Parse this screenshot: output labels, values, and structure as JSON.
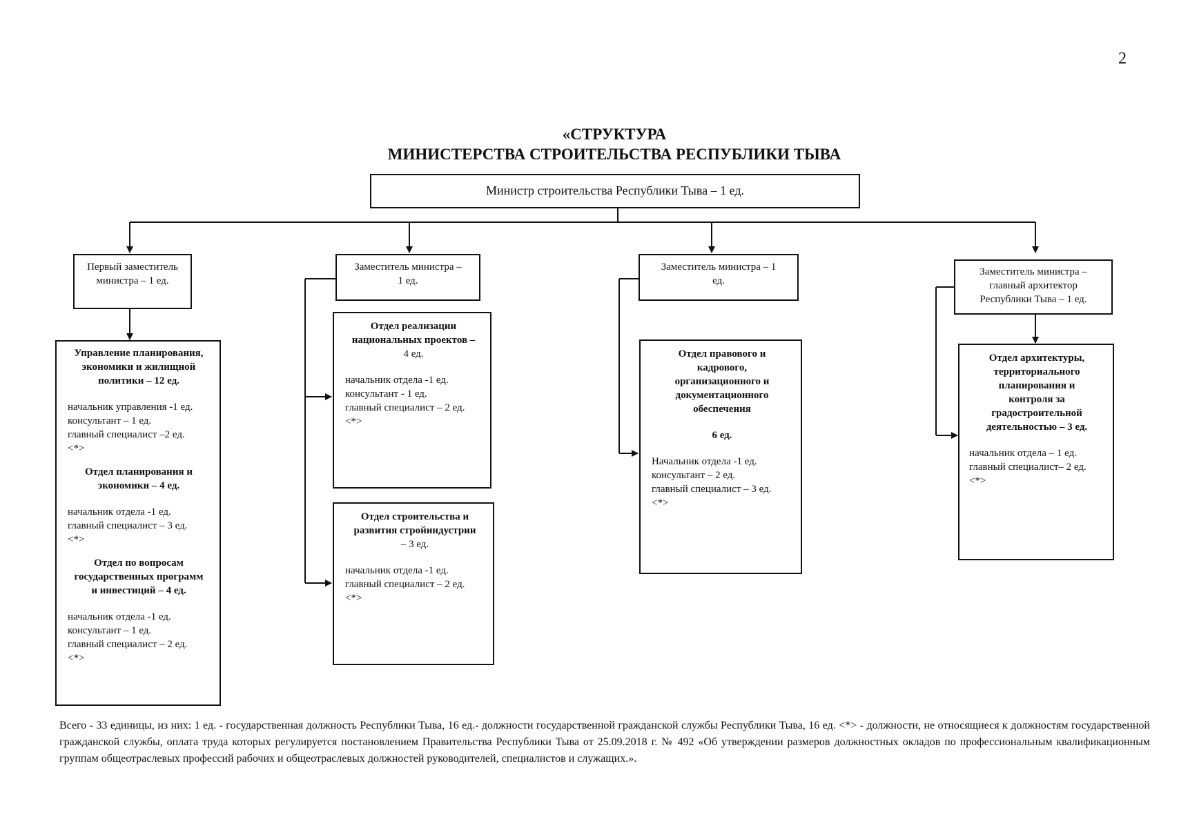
{
  "page_number": "2",
  "title": {
    "line1": "«СТРУКТУРА",
    "line2": "МИНИСТЕРСТВА СТРОИТЕЛЬСТВА РЕСПУБЛИКИ ТЫВА"
  },
  "minister": "Министр строительства Республики Тыва – 1 ед.",
  "deputies": [
    {
      "lines": [
        "Первый заместитель",
        "министра – 1 ед."
      ]
    },
    {
      "lines": [
        "Заместитель министра –",
        "1 ед."
      ]
    },
    {
      "lines": [
        "Заместитель министра – 1",
        "ед."
      ]
    },
    {
      "lines": [
        "Заместитель министра –",
        "главный архитектор",
        "Республики Тыва – 1 ед."
      ]
    }
  ],
  "units": {
    "planning_admin": {
      "title": [
        "Управление планирования,",
        "экономики и жилищной",
        "политики – 12 ед."
      ],
      "staff": [
        "начальник управления -1 ед.",
        "консультант – 1 ед.",
        "главный специалист –2 ед.",
        "<*>"
      ],
      "sub1_title": [
        "Отдел планирования и",
        "экономики – 4 ед."
      ],
      "sub1_staff": [
        "начальник отдела -1 ед.",
        "главный  специалист  –  3  ед.",
        "<*>"
      ],
      "sub2_title": [
        "Отдел по вопросам",
        "государственных программ",
        "и инвестиций – 4 ед."
      ],
      "sub2_staff": [
        "начальник отдела -1 ед.",
        "консультант – 1 ед.",
        "главный  специалист  –  2  ед.",
        "<*>"
      ]
    },
    "national_projects": {
      "title": [
        "Отдел реализации",
        "национальных проектов –",
        "4 ед."
      ],
      "staff": [
        "начальник отдела -1 ед.",
        "консультант - 1 ед.",
        "главный специалист – 2 ед.",
        "<*>"
      ]
    },
    "construction": {
      "title": [
        "Отдел строительства и",
        "развития стройиндустрии",
        "– 3 ед."
      ],
      "staff": [
        "начальник отдела -1 ед.",
        "главный специалист – 2 ед.",
        "<*>"
      ]
    },
    "legal_hr": {
      "title": [
        "Отдел правового и",
        "кадрового,",
        "организационного и",
        "документационного",
        "обеспечения"
      ],
      "count": "6 ед.",
      "staff": [
        "Начальник отдела -1 ед.",
        "консультант – 2 ед.",
        "главный  специалист  –  3  ед.",
        "<*>"
      ]
    },
    "architecture": {
      "title": [
        "Отдел архитектуры,",
        "территориального",
        "планирования и",
        "контроля за",
        "градостроительной",
        "деятельностью – 3 ед."
      ],
      "staff": [
        "начальник отдела – 1 ед.",
        "главный  специалист– 2 ед.",
        "<*>"
      ]
    }
  },
  "footnote": "Всего - 33 единицы, из них: 1 ед. - государственная должность Республики Тыва, 16 ед.- должности государственной гражданской службы Республики Тыва, 16 ед. <*> - должности, не относящиеся к должностям государственной гражданской службы, оплата труда которых регулируется постановлением Правительства Республики Тыва от 25.09.2018 г. № 492 «Об утверждении размеров должностных окладов по профессиональным квалификационным группам общеотраслевых профессий рабочих и общеотраслевых должностей руководителей, специалистов и служащих.»."
}
